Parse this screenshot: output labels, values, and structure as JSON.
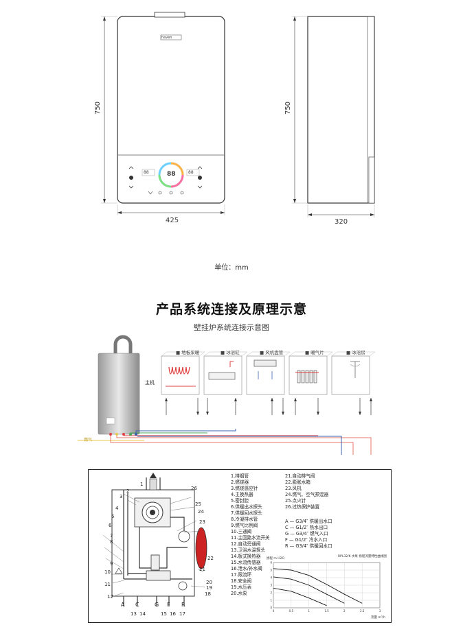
{
  "dimensions": {
    "front_height": "750",
    "front_width": "425",
    "side_height": "750",
    "side_depth": "320",
    "unit_note": "单位：mm"
  },
  "boiler_panel": {
    "brand": "haven",
    "display_left": "88",
    "display_center": "88",
    "display_right": "88"
  },
  "section": {
    "title": "产品系统连接及原理示意",
    "subtitle": "壁挂炉系统连接示意图"
  },
  "system_diagram": {
    "main_unit_label": "主机",
    "gas_label": "燃气",
    "rooms": [
      {
        "label": "■ 地板采暖"
      },
      {
        "label": "■ 冰浴缸"
      },
      {
        "label": "■ 风机盘管"
      },
      {
        "label": "■ 暖气片"
      },
      {
        "label": "■ 冰浴房"
      }
    ],
    "colors": {
      "gas": "#e8c94a",
      "supply": "#e04040",
      "return": "#3a5fb0",
      "hot": "#e8776b",
      "cold": "#4aa85a"
    }
  },
  "schematic": {
    "part_numbers": [
      "1",
      "2",
      "3",
      "4",
      "5",
      "6",
      "7",
      "8",
      "9",
      "10",
      "11",
      "12",
      "13",
      "14",
      "15",
      "16",
      "17",
      "18",
      "19",
      "20",
      "21",
      "22",
      "23",
      "24",
      "25",
      "26"
    ],
    "bottom_letters": [
      "A",
      "C",
      "G",
      "F",
      "R"
    ],
    "legend_left": [
      "1.排烟管",
      "2.燃烧器",
      "3.燃烧感应针",
      "4.主换热器",
      "5.密封腔",
      "6.供暖出水探头",
      "7.供暖回水探头",
      "8.冷凝排水管",
      "9.燃气比例阀",
      "10.三通阀",
      "11.主回路水流开关",
      "12.自动旁通阀",
      "13.卫浴水温探头",
      "14.板式换热器",
      "15.水流传感器",
      "16.泄水/补水阀",
      "17.限流环",
      "18.安全阀",
      "19.水压表",
      "20.水泵"
    ],
    "legend_right": [
      "21.自动排气阀",
      "22.膨胀水箱",
      "23.风机",
      "24.燃气、空气预混器",
      "25.点火针",
      "26.过热保护装置"
    ],
    "connections": [
      "A — G3/4″ 供暖出水口",
      "C — G1/2″ 热水出口",
      "G — G3/4″ 燃气入口",
      "F — G1/2″ 冷水入口",
      "R — G3/4″ 供暖回水口"
    ]
  },
  "pump_chart": {
    "type": "line",
    "title": "RPL32/6 水泵 扬程流量特性曲线图",
    "ylabel": "扬程 m H2O",
    "xlabel": "流量 m³/h",
    "y_ticks": [
      "6",
      "5",
      "4",
      "3",
      "2",
      "1",
      "0"
    ],
    "x_ticks": [
      "0",
      "0.5",
      "1",
      "1.5",
      "2",
      "2.5",
      "3"
    ],
    "series": [
      {
        "values": [
          [
            0,
            5.2
          ],
          [
            0.5,
            5.0
          ],
          [
            1,
            4.3
          ],
          [
            1.5,
            3.1
          ],
          [
            2,
            1.8
          ],
          [
            2.5,
            0.6
          ]
        ]
      },
      {
        "values": [
          [
            0,
            4.1
          ],
          [
            0.5,
            3.8
          ],
          [
            1,
            3.0
          ],
          [
            1.5,
            1.8
          ],
          [
            2,
            0.6
          ]
        ]
      },
      {
        "values": [
          [
            0,
            2.6
          ],
          [
            0.5,
            2.2
          ],
          [
            1,
            1.3
          ],
          [
            1.5,
            0.3
          ]
        ]
      }
    ]
  }
}
